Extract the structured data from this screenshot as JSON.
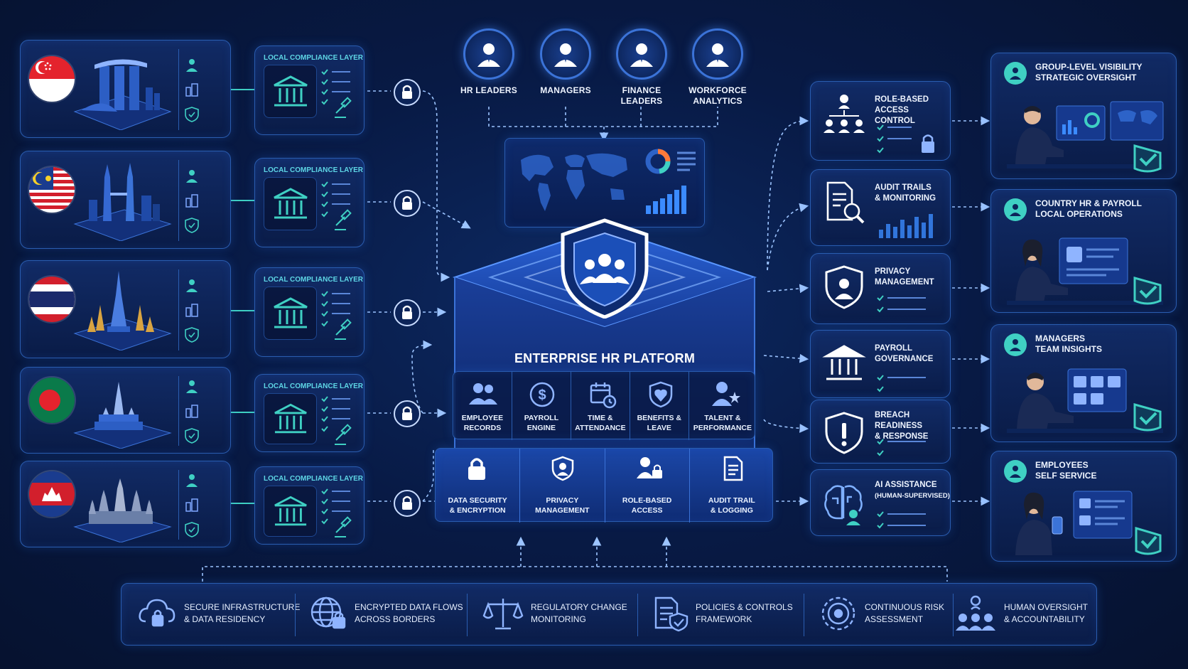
{
  "countries": [
    {
      "flag": "singapore-flag",
      "compliance_label": "LOCAL COMPLIANCE LAYER"
    },
    {
      "flag": "malaysia-flag",
      "compliance_label": "LOCAL COMPLIANCE LAYER"
    },
    {
      "flag": "thailand-flag",
      "compliance_label": "LOCAL COMPLIANCE LAYER"
    },
    {
      "flag": "bangladesh-flag",
      "compliance_label": "LOCAL COMPLIANCE LAYER"
    },
    {
      "flag": "cambodia-flag",
      "compliance_label": "LOCAL COMPLIANCE LAYER"
    }
  ],
  "stakeholders": [
    {
      "line1": "HR LEADERS",
      "line2": ""
    },
    {
      "line1": "MANAGERS",
      "line2": ""
    },
    {
      "line1": "FINANCE",
      "line2": "LEADERS"
    },
    {
      "line1": "WORKFORCE",
      "line2": "ANALYTICS"
    }
  ],
  "platform": {
    "title": "ENTERPRISE HR PLATFORM",
    "modules": [
      {
        "line1": "EMPLOYEE",
        "line2": "RECORDS",
        "icon": "people-icon"
      },
      {
        "line1": "PAYROLL",
        "line2": "ENGINE",
        "icon": "dollar-icon"
      },
      {
        "line1": "TIME &",
        "line2": "ATTENDANCE",
        "icon": "calendar-clock-icon"
      },
      {
        "line1": "BENEFITS &",
        "line2": "LEAVE",
        "icon": "shield-heart-icon"
      },
      {
        "line1": "TALENT &",
        "line2": "PERFORMANCE",
        "icon": "person-star-icon"
      }
    ],
    "security": [
      {
        "line1": "DATA SECURITY",
        "line2": "& ENCRYPTION",
        "icon": "lock-icon"
      },
      {
        "line1": "PRIVACY",
        "line2": "MANAGEMENT",
        "icon": "shield-person-icon"
      },
      {
        "line1": "ROLE-BASED",
        "line2": "ACCESS",
        "icon": "person-lock-icon"
      },
      {
        "line1": "AUDIT TRAIL",
        "line2": "& LOGGING",
        "icon": "document-icon"
      }
    ]
  },
  "governance": [
    {
      "line1": "ROLE-BASED",
      "line2": "ACCESS CONTROL",
      "icon": "org-chart-icon"
    },
    {
      "line1": "AUDIT TRAILS",
      "line2": "& MONITORING",
      "icon": "document-search-icon"
    },
    {
      "line1": "PRIVACY",
      "line2": "MANAGEMENT",
      "icon": "shield-person-icon"
    },
    {
      "line1": "PAYROLL",
      "line2": "GOVERNANCE",
      "icon": "bank-icon"
    },
    {
      "line1": "BREACH READINESS",
      "line2": "& RESPONSE",
      "icon": "shield-alert-icon"
    },
    {
      "line1": "AI ASSISTANCE",
      "line2": "(HUMAN-SUPERVISED)",
      "icon": "brain-icon"
    }
  ],
  "users": [
    {
      "line1": "GROUP-LEVEL VISIBILITY",
      "line2": "STRATEGIC OVERSIGHT"
    },
    {
      "line1": "COUNTRY HR & PAYROLL",
      "line2": "LOCAL OPERATIONS"
    },
    {
      "line1": "MANAGERS",
      "line2": "TEAM INSIGHTS"
    },
    {
      "line1": "EMPLOYEES",
      "line2": "SELF SERVICE"
    }
  ],
  "foundation": [
    {
      "line1": "SECURE INFRASTRUCTURE",
      "line2": "& DATA RESIDENCY",
      "icon": "cloud-lock-icon"
    },
    {
      "line1": "ENCRYPTED DATA FLOWS",
      "line2": "ACROSS BORDERS",
      "icon": "globe-lock-icon"
    },
    {
      "line1": "REGULATORY CHANGE",
      "line2": "MONITORING",
      "icon": "scales-icon"
    },
    {
      "line1": "POLICIES & CONTROLS",
      "line2": "FRAMEWORK",
      "icon": "document-shield-icon"
    },
    {
      "line1": "CONTINUOUS RISK",
      "line2": "ASSESSMENT",
      "icon": "radar-icon"
    },
    {
      "line1": "HUMAN OVERSIGHT",
      "line2": "& ACCOUNTABILITY",
      "icon": "team-icon"
    }
  ],
  "colors": {
    "accent": "#3fd0c3",
    "primary": "#3b73d8",
    "panel_border": "#2a5db0",
    "background": "#081a45"
  }
}
